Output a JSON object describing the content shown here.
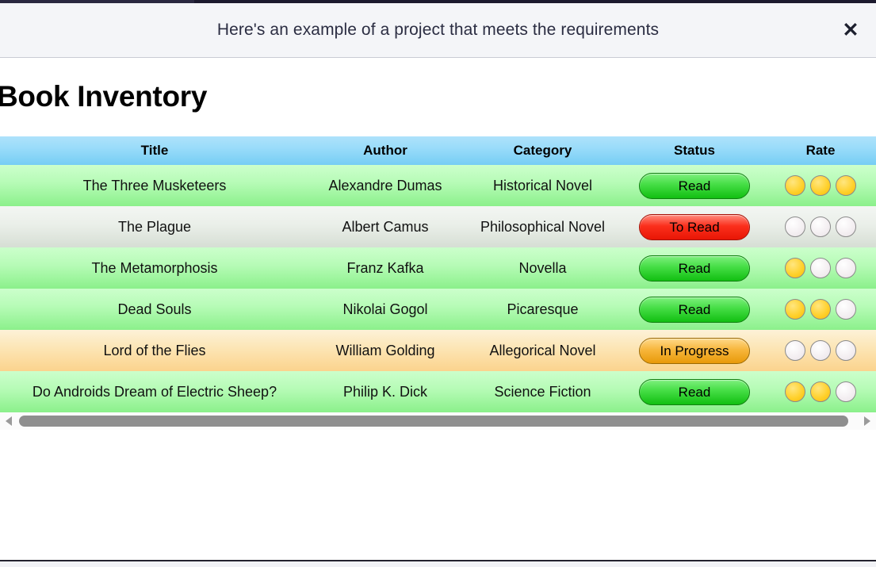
{
  "banner": {
    "message": "Here's an example of a project that meets the requirements",
    "close_label": "✕",
    "close_icon": "close-icon",
    "background": "#f4f5f8",
    "text_color": "#2b2d42"
  },
  "page": {
    "title": "Book Inventory",
    "background": "#ffffff"
  },
  "table": {
    "header_accent": "#9adcfa",
    "columns": [
      "Title",
      "Author",
      "Category",
      "Status",
      "Rate"
    ],
    "rows": [
      {
        "title": "The Three Musketeers",
        "author": "Alexandre Dumas",
        "category": "Historical Novel",
        "status": "Read",
        "status_variant": "read",
        "rating": 3,
        "rating_max": 3,
        "row_color": "#b5fbb5"
      },
      {
        "title": "The Plague",
        "author": "Albert Camus",
        "category": "Philosophical Novel",
        "status": "To Read",
        "status_variant": "toread",
        "rating": 0,
        "rating_max": 3,
        "row_color": "#eaefe9"
      },
      {
        "title": "The Metamorphosis",
        "author": "Franz Kafka",
        "category": "Novella",
        "status": "Read",
        "status_variant": "read",
        "rating": 1,
        "rating_max": 3,
        "row_color": "#b5fbb5"
      },
      {
        "title": "Dead Souls",
        "author": "Nikolai Gogol",
        "category": "Picaresque",
        "status": "Read",
        "status_variant": "read",
        "rating": 2,
        "rating_max": 3,
        "row_color": "#b5fbb5"
      },
      {
        "title": "Lord of the Flies",
        "author": "William Golding",
        "category": "Allegorical Novel",
        "status": "In Progress",
        "status_variant": "prog",
        "rating": 0,
        "rating_max": 3,
        "row_color": "#fce5b4"
      },
      {
        "title": "Do Androids Dream of Electric Sheep?",
        "author": "Philip K. Dick",
        "category": "Science Fiction",
        "status": "Read",
        "status_variant": "read",
        "rating": 2,
        "rating_max": 3,
        "row_color": "#b5fbb5"
      }
    ]
  },
  "scrollbar": {
    "left_arrow_icon": "triangle-left-icon",
    "right_arrow_icon": "triangle-right-icon",
    "thumb_color": "#8e8e8e",
    "orientation": "horizontal"
  },
  "status_colors": {
    "read": "#12bf12",
    "toread": "#e81605",
    "prog": "#e89a09"
  },
  "rating_colors": {
    "filled": "#ffd12e",
    "empty": "#f3eef1"
  }
}
